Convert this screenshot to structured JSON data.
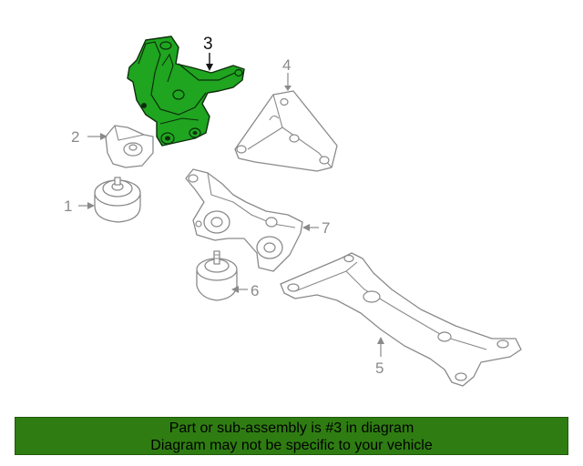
{
  "diagram": {
    "highlight_color": "#1fa51f",
    "callouts": [
      {
        "id": "1",
        "label": "1",
        "part": "engine-mount"
      },
      {
        "id": "2",
        "label": "2",
        "part": "mount-bracket-small"
      },
      {
        "id": "3",
        "label": "3",
        "part": "engine-mount-bracket",
        "highlighted": true
      },
      {
        "id": "4",
        "label": "4",
        "part": "transmission-mount-bracket"
      },
      {
        "id": "5",
        "label": "5",
        "part": "crossmember"
      },
      {
        "id": "6",
        "label": "6",
        "part": "transmission-mount"
      },
      {
        "id": "7",
        "label": "7",
        "part": "mount-bracket-arm"
      }
    ]
  },
  "banner": {
    "line1": "Part or sub-assembly is #3 in diagram",
    "line2": "Diagram may not be specific to your vehicle",
    "background": "#2f7d12"
  }
}
